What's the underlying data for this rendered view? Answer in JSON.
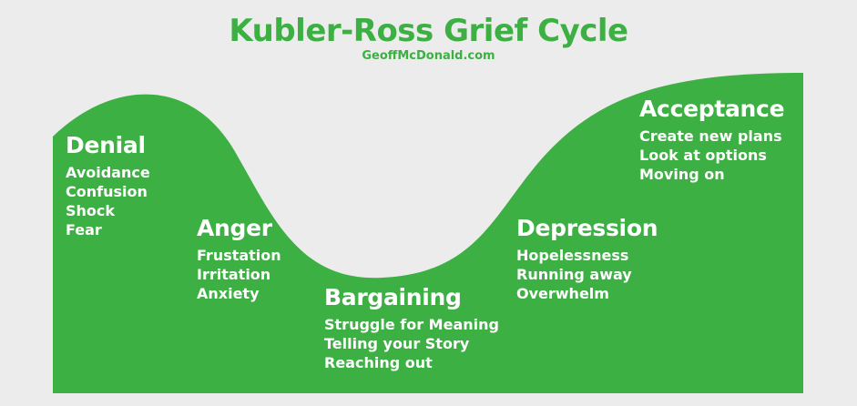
{
  "title": "Kubler-Ross Grief Cycle",
  "subtitle": "GeoffMcDonald.com",
  "colors": {
    "background": "#ececec",
    "accent": "#3cb043",
    "text_on_accent": "#ffffff"
  },
  "stages": [
    {
      "name": "Denial",
      "items": [
        "Avoidance",
        "Confusion",
        "Shock",
        "Fear"
      ]
    },
    {
      "name": "Anger",
      "items": [
        "Frustation",
        "Irritation",
        "Anxiety"
      ]
    },
    {
      "name": "Bargaining",
      "items": [
        "Struggle for Meaning",
        "Telling your Story",
        "Reaching out"
      ]
    },
    {
      "name": "Depression",
      "items": [
        "Hopelessness",
        "Running away",
        "Overwhelm"
      ]
    },
    {
      "name": "Acceptance",
      "items": [
        "Create new plans",
        "Look at options",
        "Moving on"
      ]
    }
  ]
}
